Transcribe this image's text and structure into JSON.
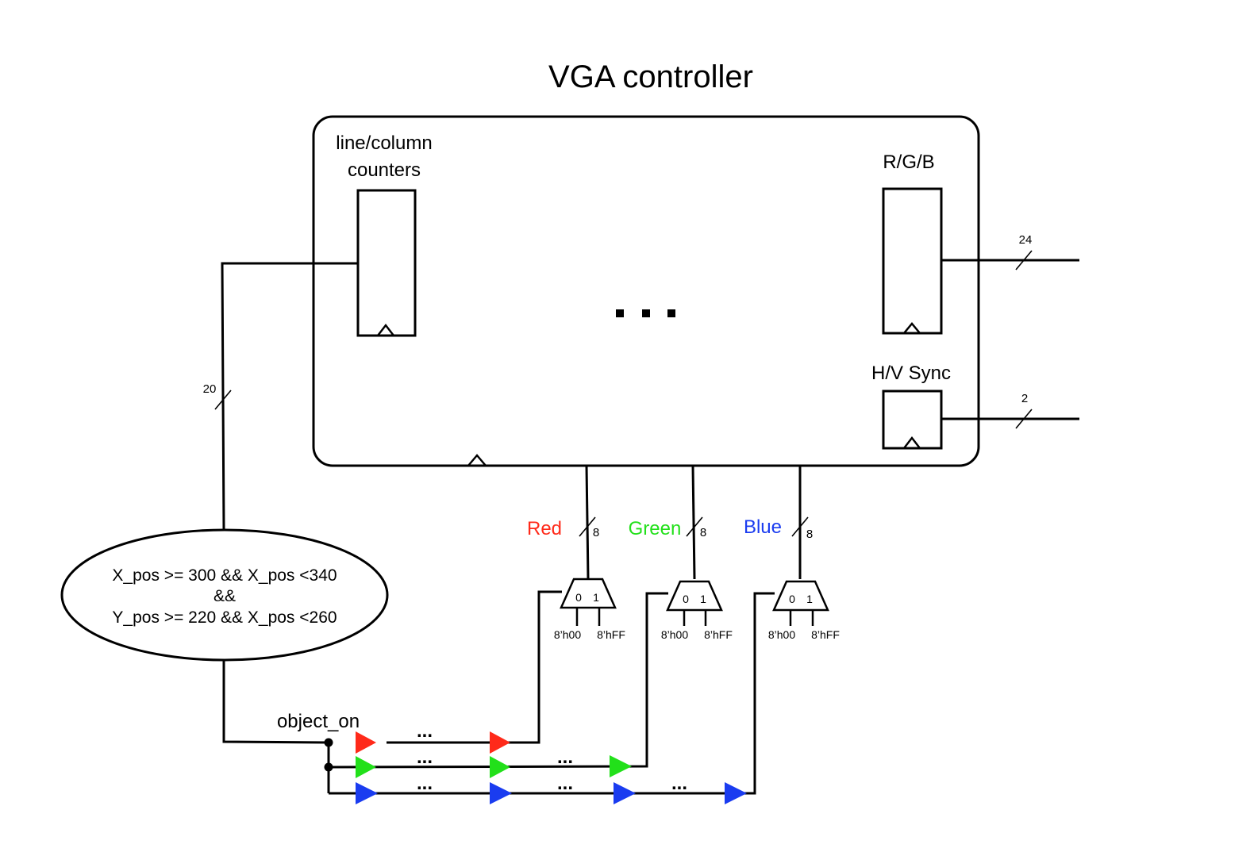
{
  "title": "VGA controller",
  "counters_label": [
    "line/column",
    "counters"
  ],
  "rgb_label": "R/G/B",
  "sync_label": "H/V Sync",
  "ellipsis": "...",
  "bus_widths": {
    "counters_bus": "20",
    "rgb_out": "24",
    "sync_out": "2",
    "channel": "8"
  },
  "channels": [
    {
      "name": "Red",
      "color": "#ff2a1a",
      "in0": "8’h00",
      "in1": "8’hFF",
      "sel0": "0",
      "sel1": "1"
    },
    {
      "name": "Green",
      "color": "#22e01a",
      "in0": "8’h00",
      "in1": "8’hFF",
      "sel0": "0",
      "sel1": "1"
    },
    {
      "name": "Blue",
      "color": "#1a3cf0",
      "in0": "8’h00",
      "in1": "8’hFF",
      "sel0": "0",
      "sel1": "1"
    }
  ],
  "condition": [
    "X_pos >= 300 && X_pos <340",
    "&&",
    "Y_pos >= 220 && X_pos <260"
  ],
  "signal": "object_on"
}
